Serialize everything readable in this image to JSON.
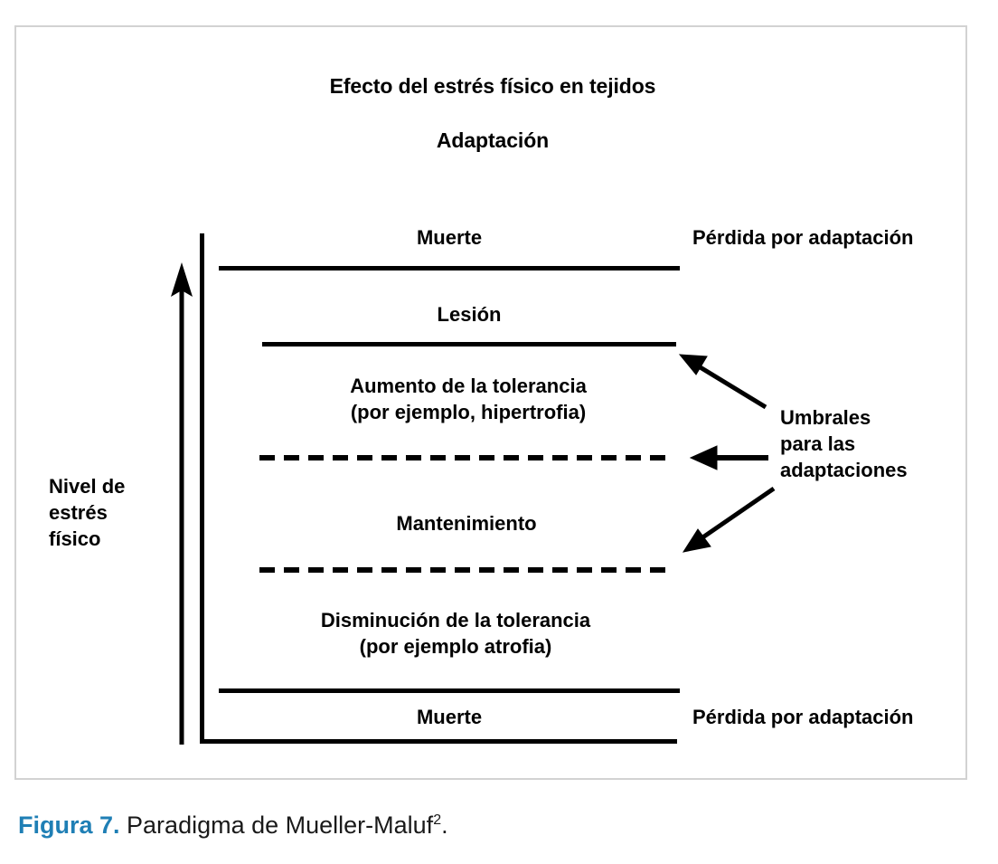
{
  "figure": {
    "title": "Efecto del estrés físico en tejidos",
    "subtitle": "Adaptación",
    "y_axis_label": "Nivel de\nestrés\nfísico",
    "arrow_direction": "up"
  },
  "caption": {
    "prefix": "Figura 7.",
    "text": " Paradigma de Mueller-Maluf",
    "superscript": "2",
    "period": ".",
    "accent_color": "#1f7fb5"
  },
  "chart_data": {
    "type": "diagram",
    "title": "Efecto del estrés físico en tejidos",
    "subtitle": "Adaptación",
    "ylabel": "Nivel de estrés físico",
    "zones": [
      {
        "label": "Muerte",
        "position": "above-top-line",
        "outcome": "Pérdida por adaptación"
      },
      {
        "label": "Lesión",
        "position": "between-death-and-injury-threshold",
        "outcome": ""
      },
      {
        "label": "Aumento de la tolerancia\n(por ejemplo, hipertrofia)",
        "position": "between-injury-threshold-and-upper-adaptation-threshold",
        "outcome": ""
      },
      {
        "label": "Mantenimiento",
        "position": "between-adaptation-thresholds",
        "outcome": ""
      },
      {
        "label": "Disminución de la tolerancia\n(por ejemplo atrofia)",
        "position": "between-lower-adaptation-threshold-and-bottom-line",
        "outcome": ""
      },
      {
        "label": "Muerte",
        "position": "below-bottom-line",
        "outcome": "Pérdida por adaptación"
      }
    ],
    "boundaries": [
      {
        "name": "death-upper",
        "style": "solid"
      },
      {
        "name": "injury-threshold",
        "style": "solid"
      },
      {
        "name": "adaptation-threshold-upper",
        "style": "dashed"
      },
      {
        "name": "adaptation-threshold-lower",
        "style": "dashed"
      },
      {
        "name": "death-lower",
        "style": "solid"
      }
    ],
    "annotations": [
      {
        "text": "Pérdida por adaptación",
        "target": "zone-muerte-top"
      },
      {
        "text": "Umbrales\npara las\nadaptaciones",
        "target": "adaptation-thresholds",
        "arrows": 3
      },
      {
        "text": "Pérdida por adaptación",
        "target": "zone-muerte-bottom"
      }
    ],
    "legend": null,
    "grid": false
  },
  "labels": {
    "muerte_top": "Muerte",
    "lesion": "Lesión",
    "aumento": "Aumento de la tolerancia\n(por ejemplo, hipertrofia)",
    "mantenimiento": "Mantenimiento",
    "disminucion": "Disminución de la tolerancia\n(por ejemplo atrofia)",
    "muerte_bottom": "Muerte",
    "perdida_top": "Pérdida por adaptación",
    "perdida_bottom": "Pérdida por adaptación",
    "umbrales": "Umbrales\npara las\nadaptaciones"
  }
}
